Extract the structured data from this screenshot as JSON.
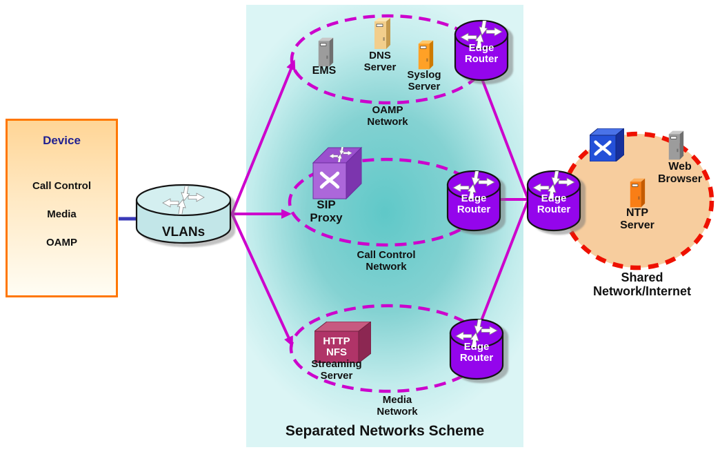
{
  "device": {
    "title": "Device",
    "items": [
      "Call Control",
      "Media",
      "OAMP"
    ]
  },
  "vlans": {
    "label": "VLANs"
  },
  "separated": {
    "title": "Separated Networks Scheme",
    "oamp": {
      "label": "OAMP Network",
      "ems": "EMS",
      "dns": "DNS Server",
      "syslog": "Syslog Server",
      "router": "Edge Router"
    },
    "call": {
      "label": "Call Control Network",
      "sip": "SIP Proxy",
      "router": "Edge Router"
    },
    "media": {
      "label": "Media Network",
      "box": "HTTP NFS",
      "streaming": "Streaming Server",
      "router": "Edge Router"
    }
  },
  "shared": {
    "label": "Shared Network/Internet",
    "router": "Edge Router",
    "web": "Web Browser",
    "ntp": "NTP Server"
  },
  "icons": {
    "edge-router-icon": "purple-cylinder-with-crossed-arrows",
    "vlans-router-icon": "light-blue-cylinder-with-crossed-arrows",
    "server-tower-icon": "3d-server-tower",
    "sip-proxy-icon": "purple-cube-with-x-and-arrows",
    "switch-icon": "blue-cube-with-x",
    "streaming-server-icon": "maroon-3d-box"
  },
  "colors": {
    "line_magenta": "#CC00CC",
    "router_purple": "#9405EC",
    "teal_center": "#5FC8C8",
    "teal_edge": "#DBF5F5",
    "device_border": "#FF7700",
    "shared_fill": "#F7CD9E",
    "shared_border": "#EE1100",
    "connector_navy": "#3939B8"
  }
}
